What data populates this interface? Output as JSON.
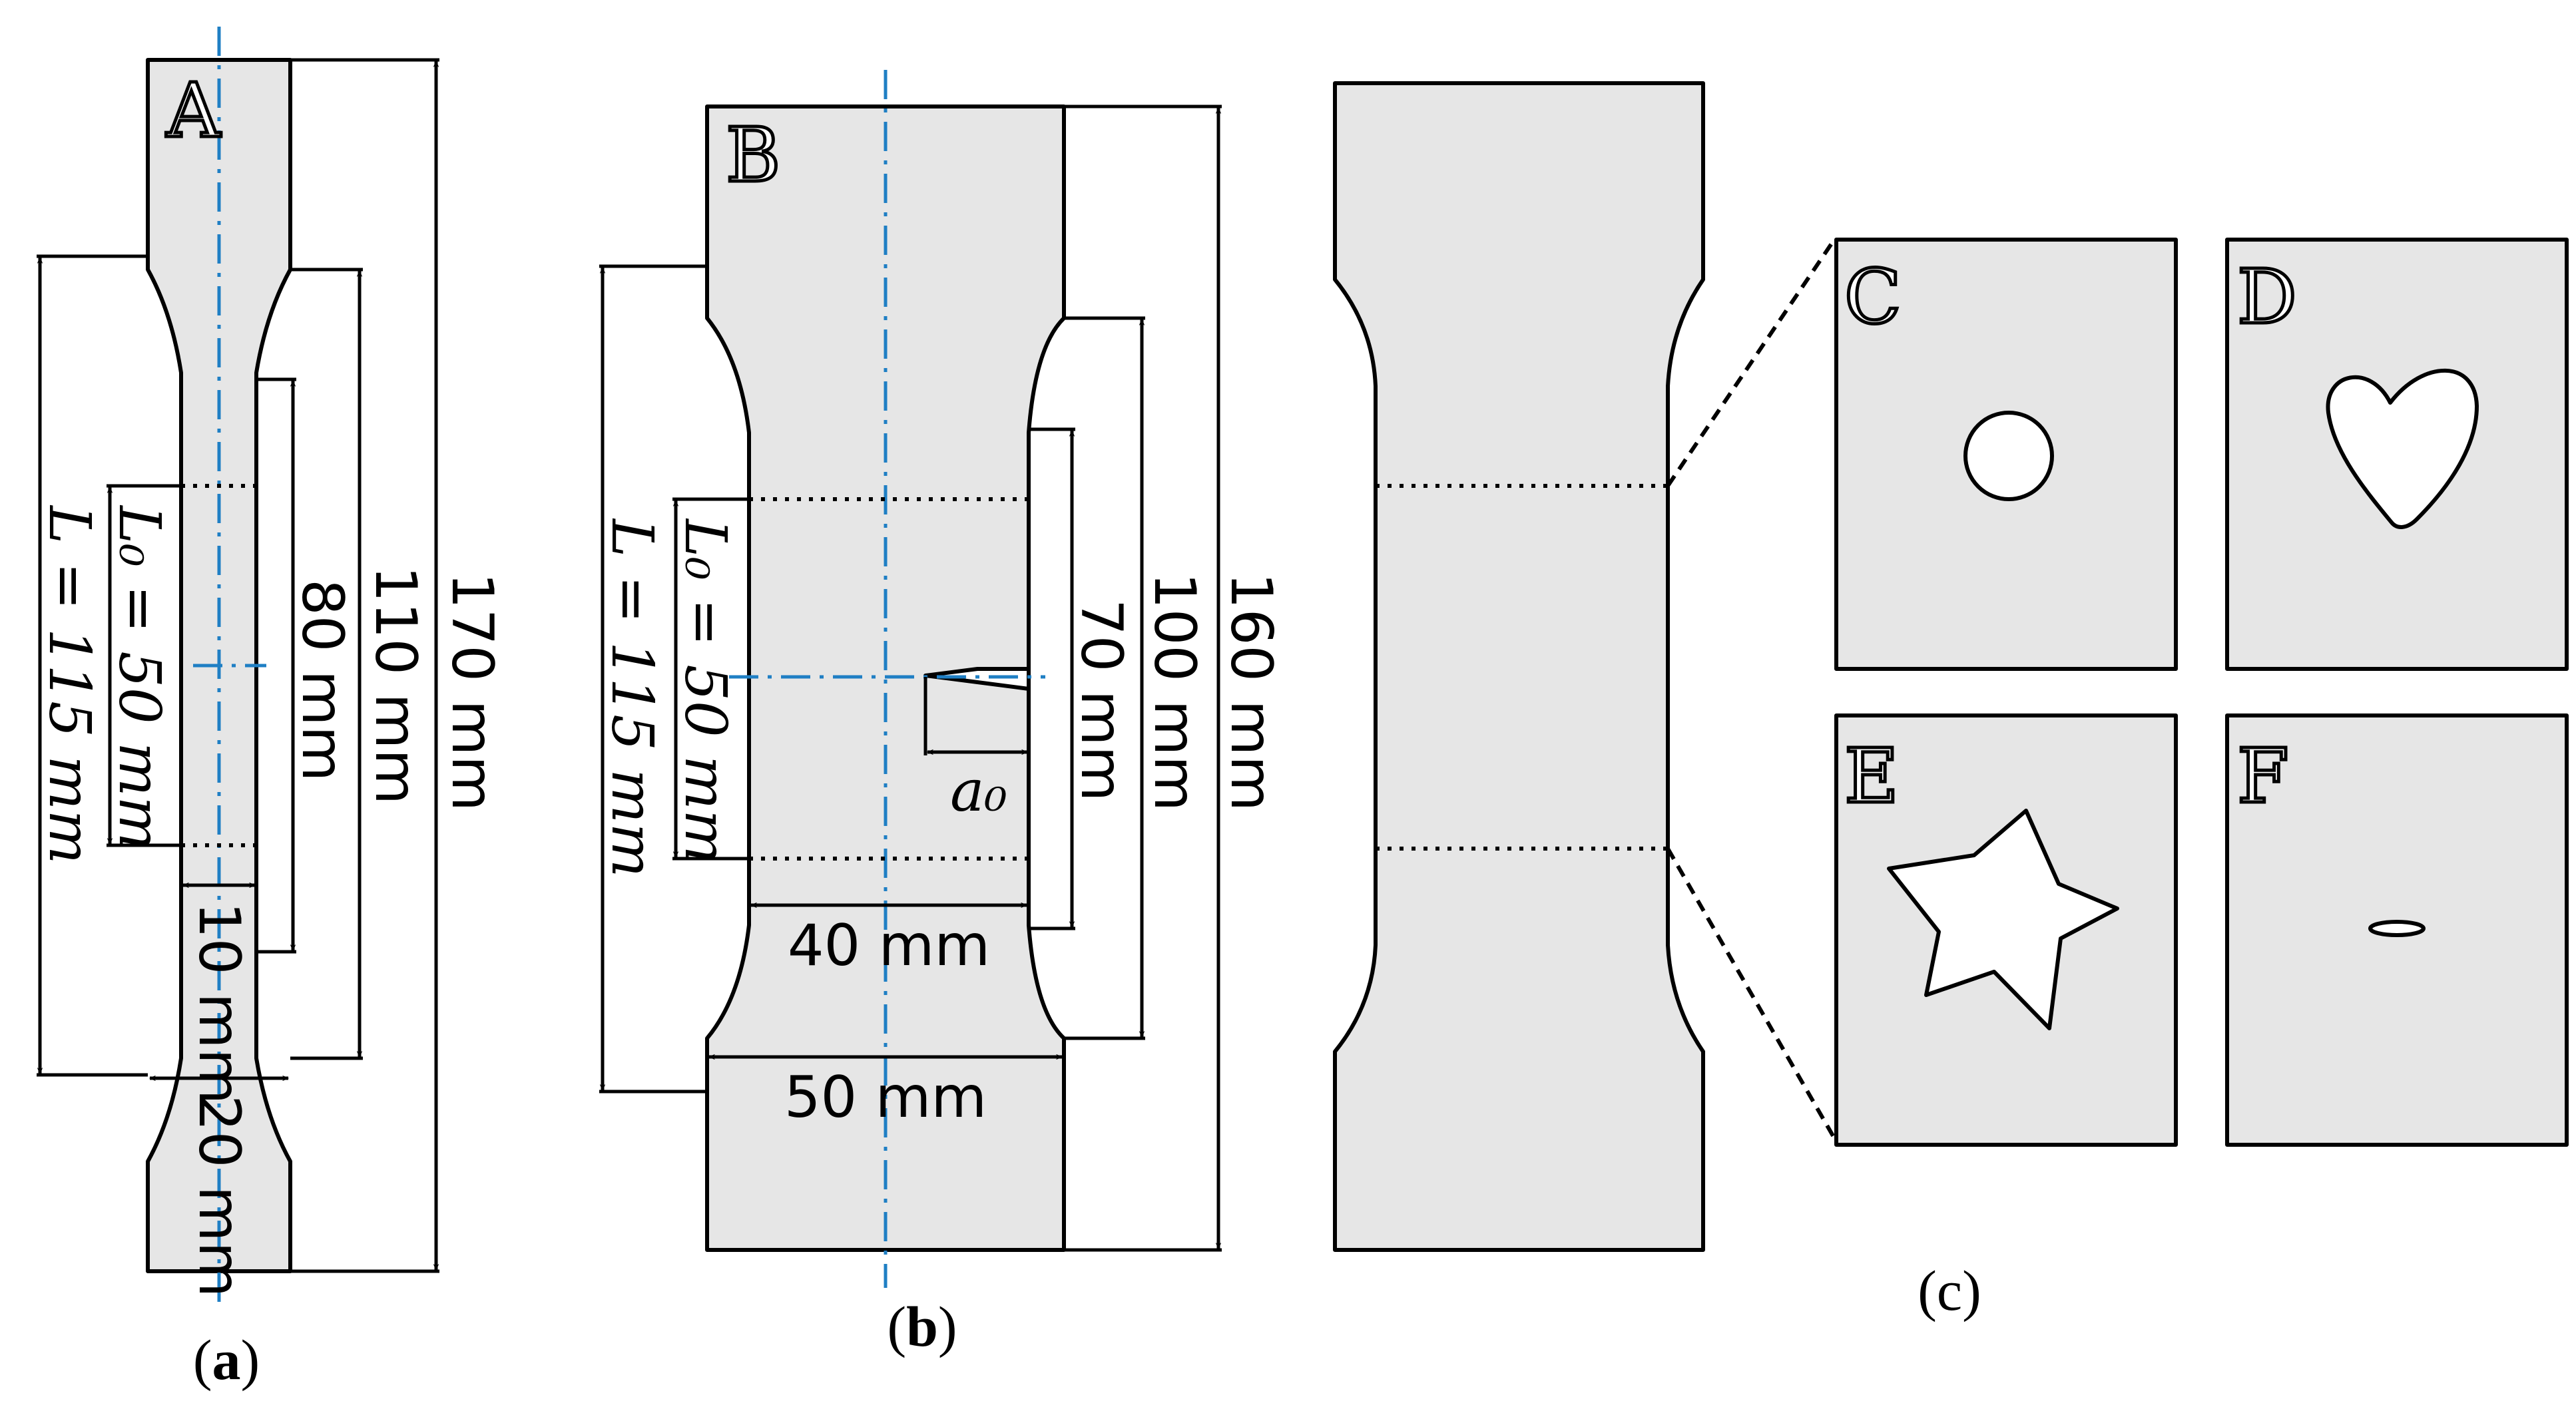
{
  "panels": {
    "a": {
      "caption_open": "(",
      "caption_letter": "a",
      "caption_close": ")",
      "specimen_label": "A",
      "dims": {
        "total_length": "170 mm",
        "shoulder_length": "110 mm",
        "parallel_length": "80 mm",
        "gauge_length": "L₀ = 50 mm",
        "grip_distance": "L = 115 mm",
        "narrow_width": "10 mm",
        "grip_width": "20 mm"
      }
    },
    "b": {
      "caption_open": "(",
      "caption_letter": "b",
      "caption_close": ")",
      "specimen_label": "B",
      "dims": {
        "total_length": "160 mm",
        "shoulder_length": "100 mm",
        "parallel_length": "70 mm",
        "gauge_length": "L₀ = 50 mm",
        "grip_distance": "L = 115 mm",
        "notch_length": "a₀",
        "narrow_width": "40 mm",
        "grip_width": "50 mm"
      }
    },
    "c": {
      "caption": "(c)",
      "insets": [
        {
          "label": "C",
          "defect": "circle"
        },
        {
          "label": "D",
          "defect": "heart"
        },
        {
          "label": "E",
          "defect": "star"
        },
        {
          "label": "F",
          "defect": "small ellipse"
        }
      ]
    }
  }
}
